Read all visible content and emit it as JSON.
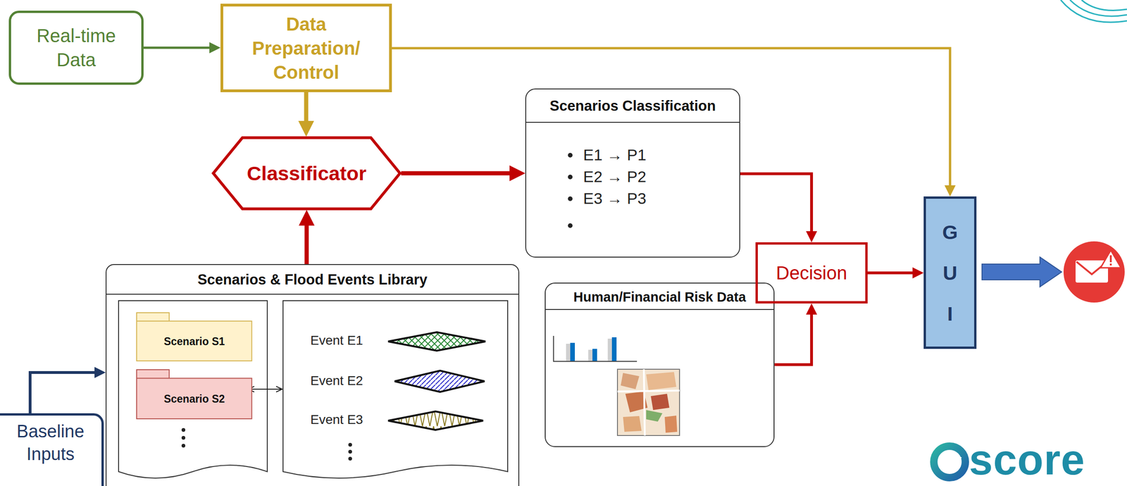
{
  "diagram": {
    "nodes": [
      {
        "text": [
          "Real-time Data"
        ]
      },
      {
        "text": [
          "Data Preparation/ Control"
        ]
      },
      {
        "text": [
          "Classificator"
        ]
      },
      {
        "text": [
          "Scenarios Classification",
          "E1 → P1",
          "E2 → P2",
          "E3 → P3"
        ]
      },
      {
        "text": [
          "Scenarios & Flood Events Library"
        ]
      },
      {
        "text": [
          "Scenario S1"
        ],
        "in": 4
      },
      {
        "text": [
          "Scenario S2"
        ],
        "in": 4
      },
      {
        "text": [
          "Human/Financial Risk Data"
        ]
      },
      {
        "text": [
          "Decision"
        ]
      },
      {
        "text": [
          "G U I"
        ]
      },
      {
        "text": [
          "Baseline Inputs"
        ]
      }
    ],
    "edges": [
      {
        "from": 0,
        "to": 1,
        "arrow": "to"
      },
      {
        "from": 1,
        "to": 2,
        "arrow": "to"
      },
      {
        "from": 1,
        "to": 9,
        "arrow": "to"
      },
      {
        "from": 2,
        "to": 3,
        "arrow": "to"
      },
      {
        "from": 4,
        "to": 2,
        "arrow": "to"
      },
      {
        "from": 3,
        "to": 8,
        "arrow": "to"
      },
      {
        "from": 7,
        "to": 8,
        "arrow": "to"
      },
      {
        "from": 8,
        "to": 9,
        "arrow": "to"
      },
      {
        "from": 10,
        "to": 4,
        "arrow": "to"
      }
    ],
    "labels": [
      "Event E1",
      "Event E2",
      "Event E3",
      "score"
    ]
  }
}
